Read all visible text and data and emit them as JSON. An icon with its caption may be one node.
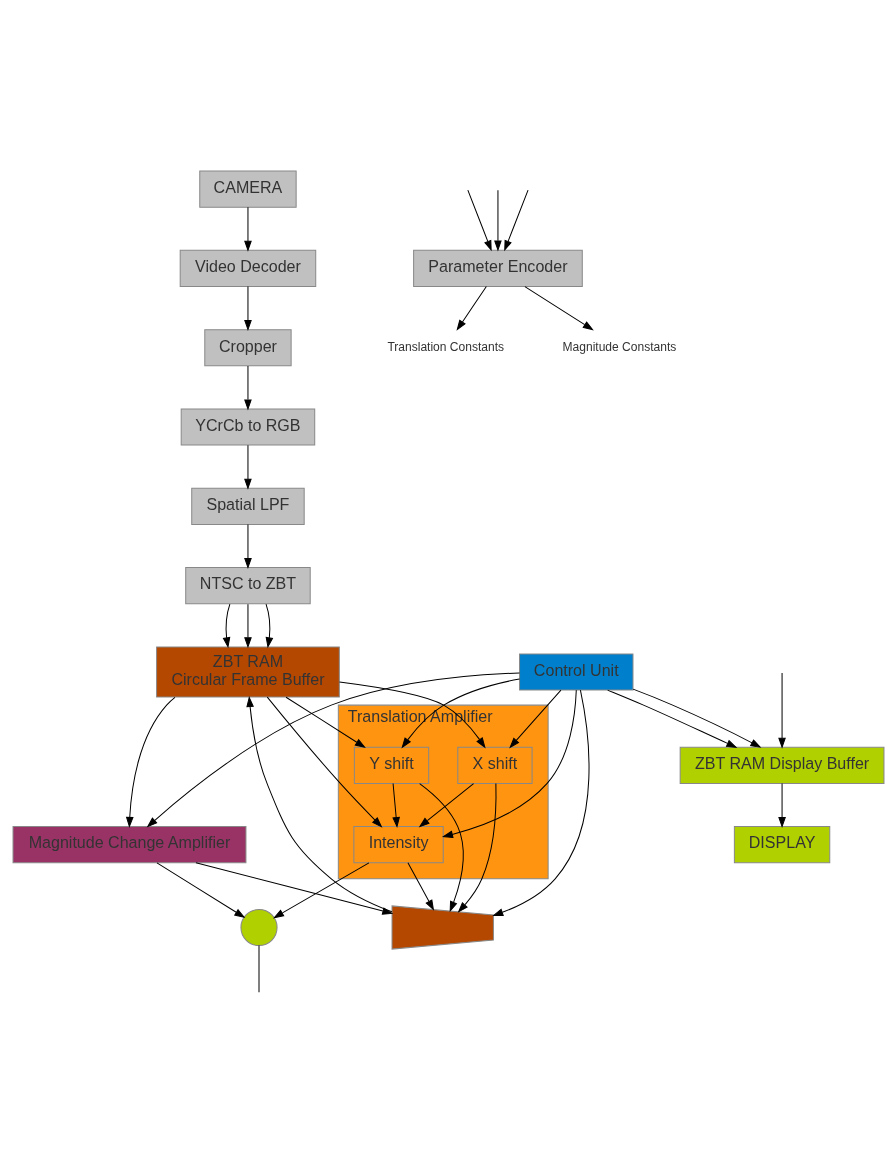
{
  "diagram": {
    "nodes": [
      {
        "text": [
          "CAMERA"
        ]
      },
      {
        "text": [
          "Video Decoder"
        ]
      },
      {
        "text": [
          "Cropper"
        ]
      },
      {
        "text": [
          "YCrCb to RGB"
        ]
      },
      {
        "text": [
          "Spatial LPF"
        ]
      },
      {
        "text": [
          "NTSC to ZBT"
        ]
      },
      {
        "text": [
          "Parameter Encoder"
        ]
      },
      {
        "text": [
          "Translation Constants"
        ]
      },
      {
        "text": [
          "Magnitude Constants"
        ]
      },
      {
        "text": [
          "Translation Amplifier"
        ]
      },
      {
        "text": [
          "X shift"
        ],
        "in": 9
      },
      {
        "text": [
          "Intensity"
        ],
        "in": 9
      },
      {
        "text": [
          "Y shift"
        ],
        "in": 9
      },
      {
        "text": [],
        "shape": "trapezoid"
      },
      {
        "text": [
          "ZBT RAM",
          "Circular Frame Buffer"
        ]
      },
      {
        "text": [
          "Control Unit"
        ]
      },
      {
        "text": [
          "Magnitude Change Amplifier"
        ]
      },
      {
        "text": [],
        "shape": "circle"
      },
      {
        "text": [
          "ZBT RAM Display Buffer"
        ]
      },
      {
        "text": [
          "DISPLAY"
        ]
      }
    ],
    "edges": [
      {
        "from": 0,
        "to": 1,
        "arrow": "to"
      },
      {
        "from": 1,
        "to": 2,
        "arrow": "to"
      },
      {
        "from": 2,
        "to": 3,
        "arrow": "to"
      },
      {
        "from": 3,
        "to": 4,
        "arrow": "to"
      },
      {
        "from": 4,
        "to": 5,
        "arrow": "to"
      },
      {
        "from": 5,
        "to": 14,
        "arrow": "to"
      },
      {
        "from": 5,
        "to": 14,
        "arrow": "to"
      },
      {
        "from": 5,
        "to": 14,
        "arrow": "to"
      },
      {
        "from": null,
        "to": 6,
        "arrow": "to"
      },
      {
        "from": null,
        "to": 6,
        "arrow": "to"
      },
      {
        "from": null,
        "to": 6,
        "arrow": "to"
      },
      {
        "from": 6,
        "to": 7,
        "arrow": "to"
      },
      {
        "from": 6,
        "to": 8,
        "arrow": "to"
      },
      {
        "from": 11,
        "to": 13,
        "arrow": "to"
      },
      {
        "from": 10,
        "to": 13,
        "arrow": "to"
      },
      {
        "from": 12,
        "to": 13,
        "arrow": "to"
      },
      {
        "from": 16,
        "to": 13,
        "arrow": "to"
      },
      {
        "from": 13,
        "to": 14,
        "arrow": "to"
      },
      {
        "from": 14,
        "to": 11,
        "arrow": "to"
      },
      {
        "from": 14,
        "to": 10,
        "arrow": "to"
      },
      {
        "from": 14,
        "to": 12,
        "arrow": "to"
      },
      {
        "from": 14,
        "to": 16,
        "arrow": "to"
      },
      {
        "from": 10,
        "to": 11,
        "arrow": "to"
      },
      {
        "from": 12,
        "to": 11,
        "arrow": "to"
      },
      {
        "from": 15,
        "to": 13,
        "arrow": "to"
      },
      {
        "from": 15,
        "to": 12,
        "arrow": "to"
      },
      {
        "from": 15,
        "to": 10,
        "arrow": "to"
      },
      {
        "from": 15,
        "to": 11,
        "arrow": "to"
      },
      {
        "from": 15,
        "to": 16,
        "arrow": "to"
      },
      {
        "from": 15,
        "to": 18,
        "arrow": "to"
      },
      {
        "from": 15,
        "to": 18,
        "arrow": "to"
      },
      {
        "from": 11,
        "to": 17,
        "arrow": "to"
      },
      {
        "from": 16,
        "to": 17,
        "arrow": "to"
      },
      {
        "from": 17,
        "to": null,
        "arrow": "none"
      },
      {
        "from": null,
        "to": 18,
        "arrow": "to"
      },
      {
        "from": 18,
        "to": 19,
        "arrow": "to"
      }
    ]
  }
}
